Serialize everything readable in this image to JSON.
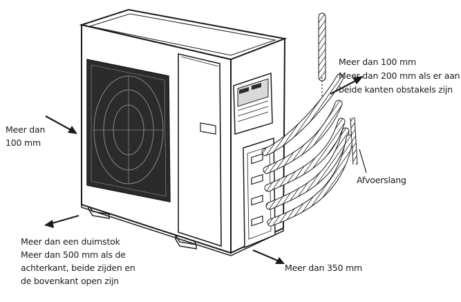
{
  "labels": {
    "left": [
      "Meer dan",
      "100 mm"
    ],
    "top_right": [
      "Meer dan 100 mm",
      "Meer dan 200 mm als er aan",
      "beide kanten obstakels zijn"
    ],
    "drain": "Afvoerslang",
    "bottom_left": [
      "Meer dan een duimstok",
      "Meer dan 500 mm als de",
      "achterkant, beide zijden en",
      "de bovenkant open zijn"
    ],
    "bottom_right": "Meer dan 350 mm"
  },
  "colors": {
    "line": "#1a1a1a",
    "fill": "#ffffff",
    "shade": "#d9d9d9",
    "grill": "#2b2b2b"
  }
}
